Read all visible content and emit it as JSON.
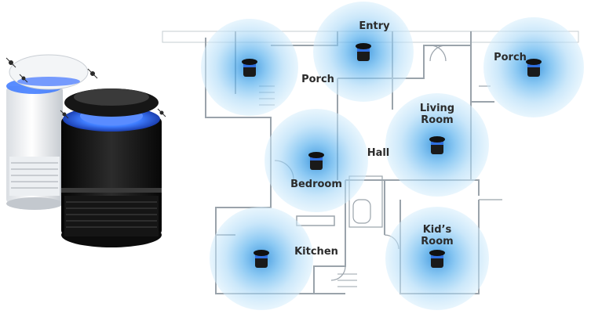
{
  "colors": {
    "coverage_inner": "#2e9ae6",
    "coverage_outer": "#bfe3fa",
    "wall": "#9aa3ab",
    "label": "#2b2b2b",
    "device_body": "#1a1a1a",
    "device_glow": "#2f6fe0"
  },
  "products": {
    "white_lamp": {
      "icon": "white-mosquito-lamp"
    },
    "black_lamp": {
      "icon": "black-mosquito-lamp"
    }
  },
  "rooms": [
    {
      "label": "Porch"
    },
    {
      "label": "Entry"
    },
    {
      "label": "Porch"
    },
    {
      "label": "Living Room"
    },
    {
      "label": "Hall"
    },
    {
      "label": "Bedroom"
    },
    {
      "label": "Kid’s Room"
    },
    {
      "label": "Kitchen"
    }
  ]
}
